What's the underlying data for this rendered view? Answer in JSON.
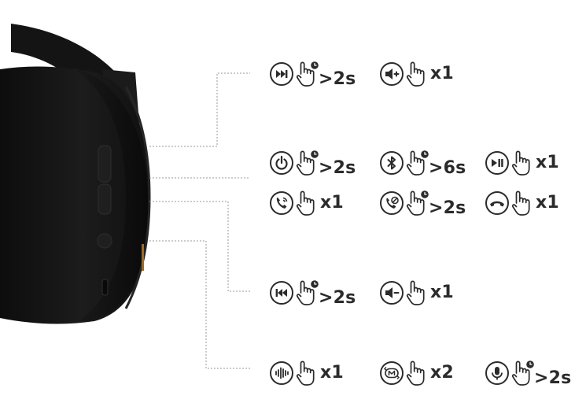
{
  "groups": [
    {
      "name": "volume-up-button",
      "items": [
        {
          "icon": "skip-forward-icon",
          "action": "press-and-hold",
          "label": ">2s"
        },
        {
          "icon": "volume-up-icon",
          "action": "press",
          "label": "x1"
        }
      ]
    },
    {
      "name": "multi-function-button",
      "items": [
        {
          "icon": "power-icon",
          "action": "press-and-hold",
          "label": ">2s"
        },
        {
          "icon": "bluetooth-icon",
          "action": "press-and-hold",
          "label": ">6s"
        },
        {
          "icon": "play-pause-icon",
          "action": "press",
          "label": "x1"
        },
        {
          "icon": "answer-call-icon",
          "action": "press",
          "label": "x1"
        },
        {
          "icon": "reject-call-icon",
          "action": "press-and-hold",
          "label": ">2s"
        },
        {
          "icon": "end-call-icon",
          "action": "press",
          "label": "x1"
        }
      ]
    },
    {
      "name": "volume-down-button",
      "items": [
        {
          "icon": "skip-back-icon",
          "action": "press-and-hold",
          "label": ">2s"
        },
        {
          "icon": "volume-down-icon",
          "action": "press",
          "label": "x1"
        }
      ]
    },
    {
      "name": "mode-button",
      "items": [
        {
          "icon": "ambient-sound-icon",
          "action": "press",
          "label": "x1"
        },
        {
          "icon": "mode-switch-icon",
          "action": "press",
          "label": "x2"
        },
        {
          "icon": "voice-assistant-icon",
          "action": "press-and-hold",
          "label": ">2s"
        }
      ]
    }
  ],
  "colors": {
    "ink": "#2b2b2b",
    "leader": "#9a9a9a",
    "headphone": "#151515"
  }
}
